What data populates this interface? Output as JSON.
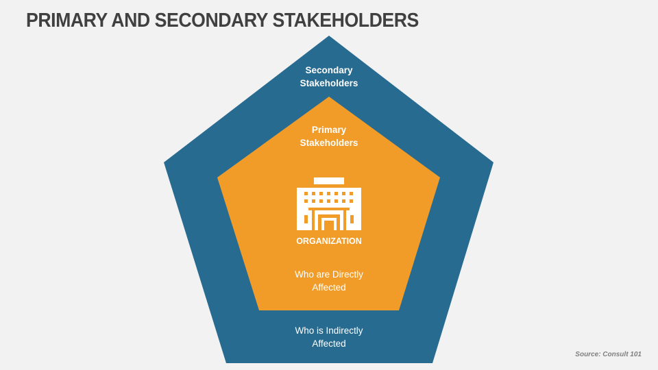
{
  "slide": {
    "title": "PRIMARY AND SECONDARY STAKEHOLDERS",
    "source": "Source: Consult 101"
  },
  "diagram": {
    "outer": {
      "label_line1": "Secondary",
      "label_line2": "Stakeholders",
      "desc_line1": "Who is Indirectly",
      "desc_line2": "Affected",
      "color": "#286b91"
    },
    "inner": {
      "label_line1": "Primary",
      "label_line2": "Stakeholders",
      "desc_line1": "Who are Directly",
      "desc_line2": "Affected",
      "color": "#f19c28"
    },
    "center": {
      "icon": "building-icon",
      "label": "ORGANIZATION"
    }
  },
  "colors": {
    "background": "#f2f2f2",
    "title": "#404040",
    "blue": "#286b91",
    "orange": "#f19c28"
  }
}
